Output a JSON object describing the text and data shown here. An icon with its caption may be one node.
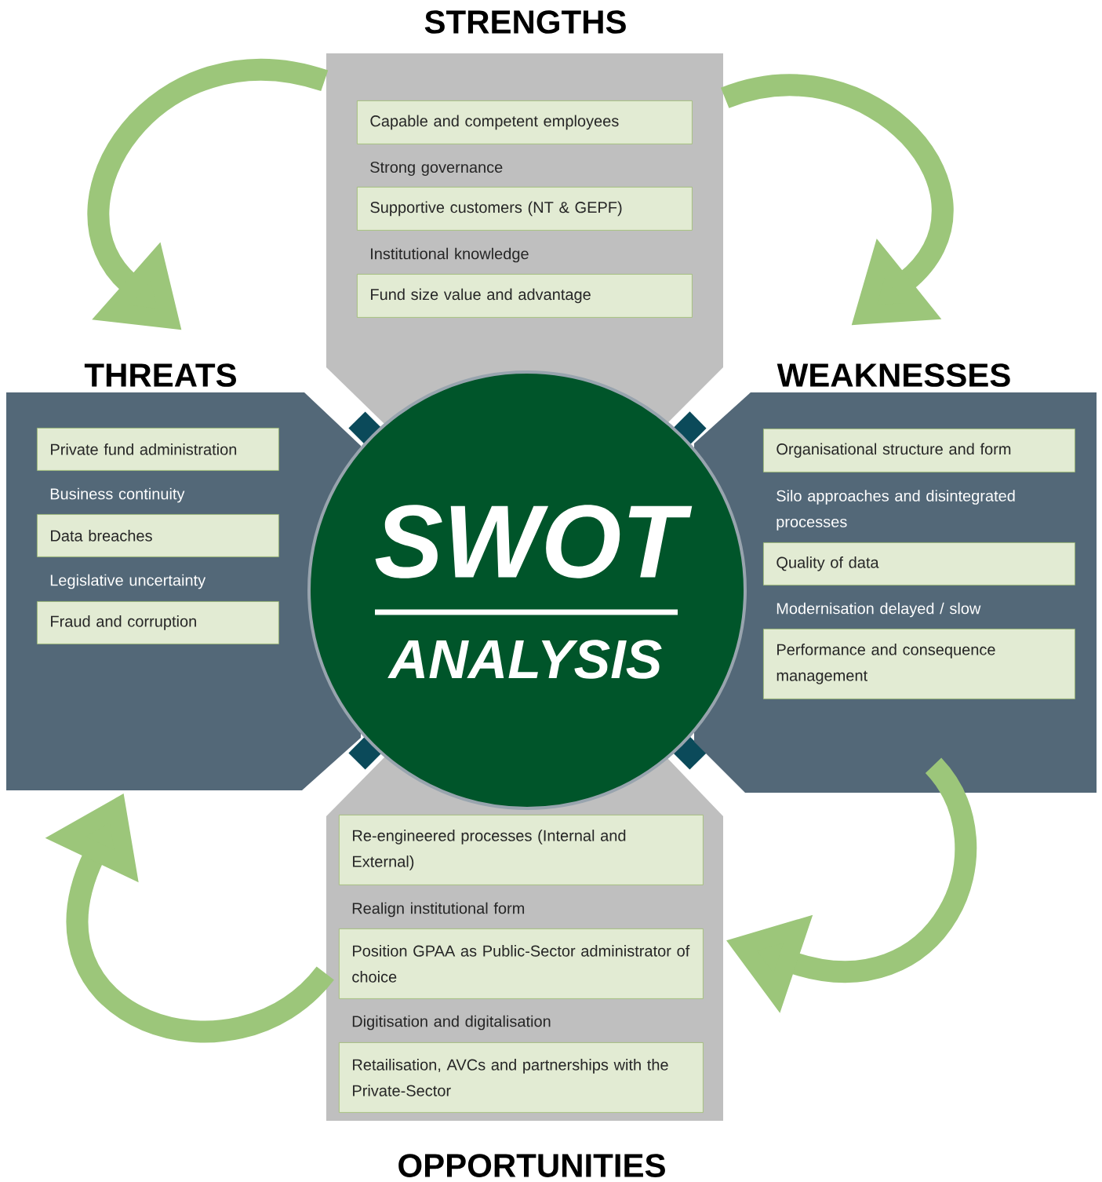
{
  "diagram": {
    "nodes": [
      {
        "text": [
          "STRENGTHS",
          "Strong governance",
          "Institutional knowledge"
        ]
      },
      {
        "text": [
          "Capable and competent employees"
        ],
        "in": 0
      },
      {
        "text": [
          "Supportive customers (NT & GEPF)"
        ],
        "in": 0
      },
      {
        "text": [
          "Fund size value and advantage"
        ],
        "in": 0
      },
      {
        "text": [
          "THREATS",
          "Business continuity",
          "Legislative uncertainty"
        ]
      },
      {
        "text": [
          "Private fund administration"
        ],
        "in": 4
      },
      {
        "text": [
          "Data breaches"
        ],
        "in": 4
      },
      {
        "text": [
          "Fraud and corruption"
        ],
        "in": 4
      },
      {
        "text": [
          "SWOT",
          "ANALYSIS"
        ]
      },
      {
        "text": [
          "WEAKNESSES",
          "Silo approaches and disintegrated processes",
          "Modernisation delayed / slow"
        ]
      },
      {
        "text": [
          "Organisational structure and form"
        ],
        "in": 9
      },
      {
        "text": [
          "Quality of data"
        ],
        "in": 9
      },
      {
        "text": [
          "Performance and consequence management"
        ],
        "in": 9
      },
      {
        "text": [
          "Realign institutional form",
          "Digitisation and digitalisation",
          "OPPORTUNITIES"
        ]
      },
      {
        "text": [
          "Re-engineered processes (Internal and External)"
        ],
        "in": 13
      },
      {
        "text": [
          "Position GPAA as Public-Sector administrator of choice"
        ],
        "in": 13
      },
      {
        "text": [
          "Retailisation, AVCs and partnerships with the Private-Sector"
        ],
        "in": 13
      }
    ],
    "edges": [
      {
        "from": 0,
        "to": 4,
        "arrow": "to"
      },
      {
        "from": 0,
        "to": 9,
        "arrow": "to"
      },
      {
        "from": 9,
        "to": 13,
        "arrow": "to"
      },
      {
        "from": 13,
        "to": 4,
        "arrow": "to"
      }
    ]
  }
}
